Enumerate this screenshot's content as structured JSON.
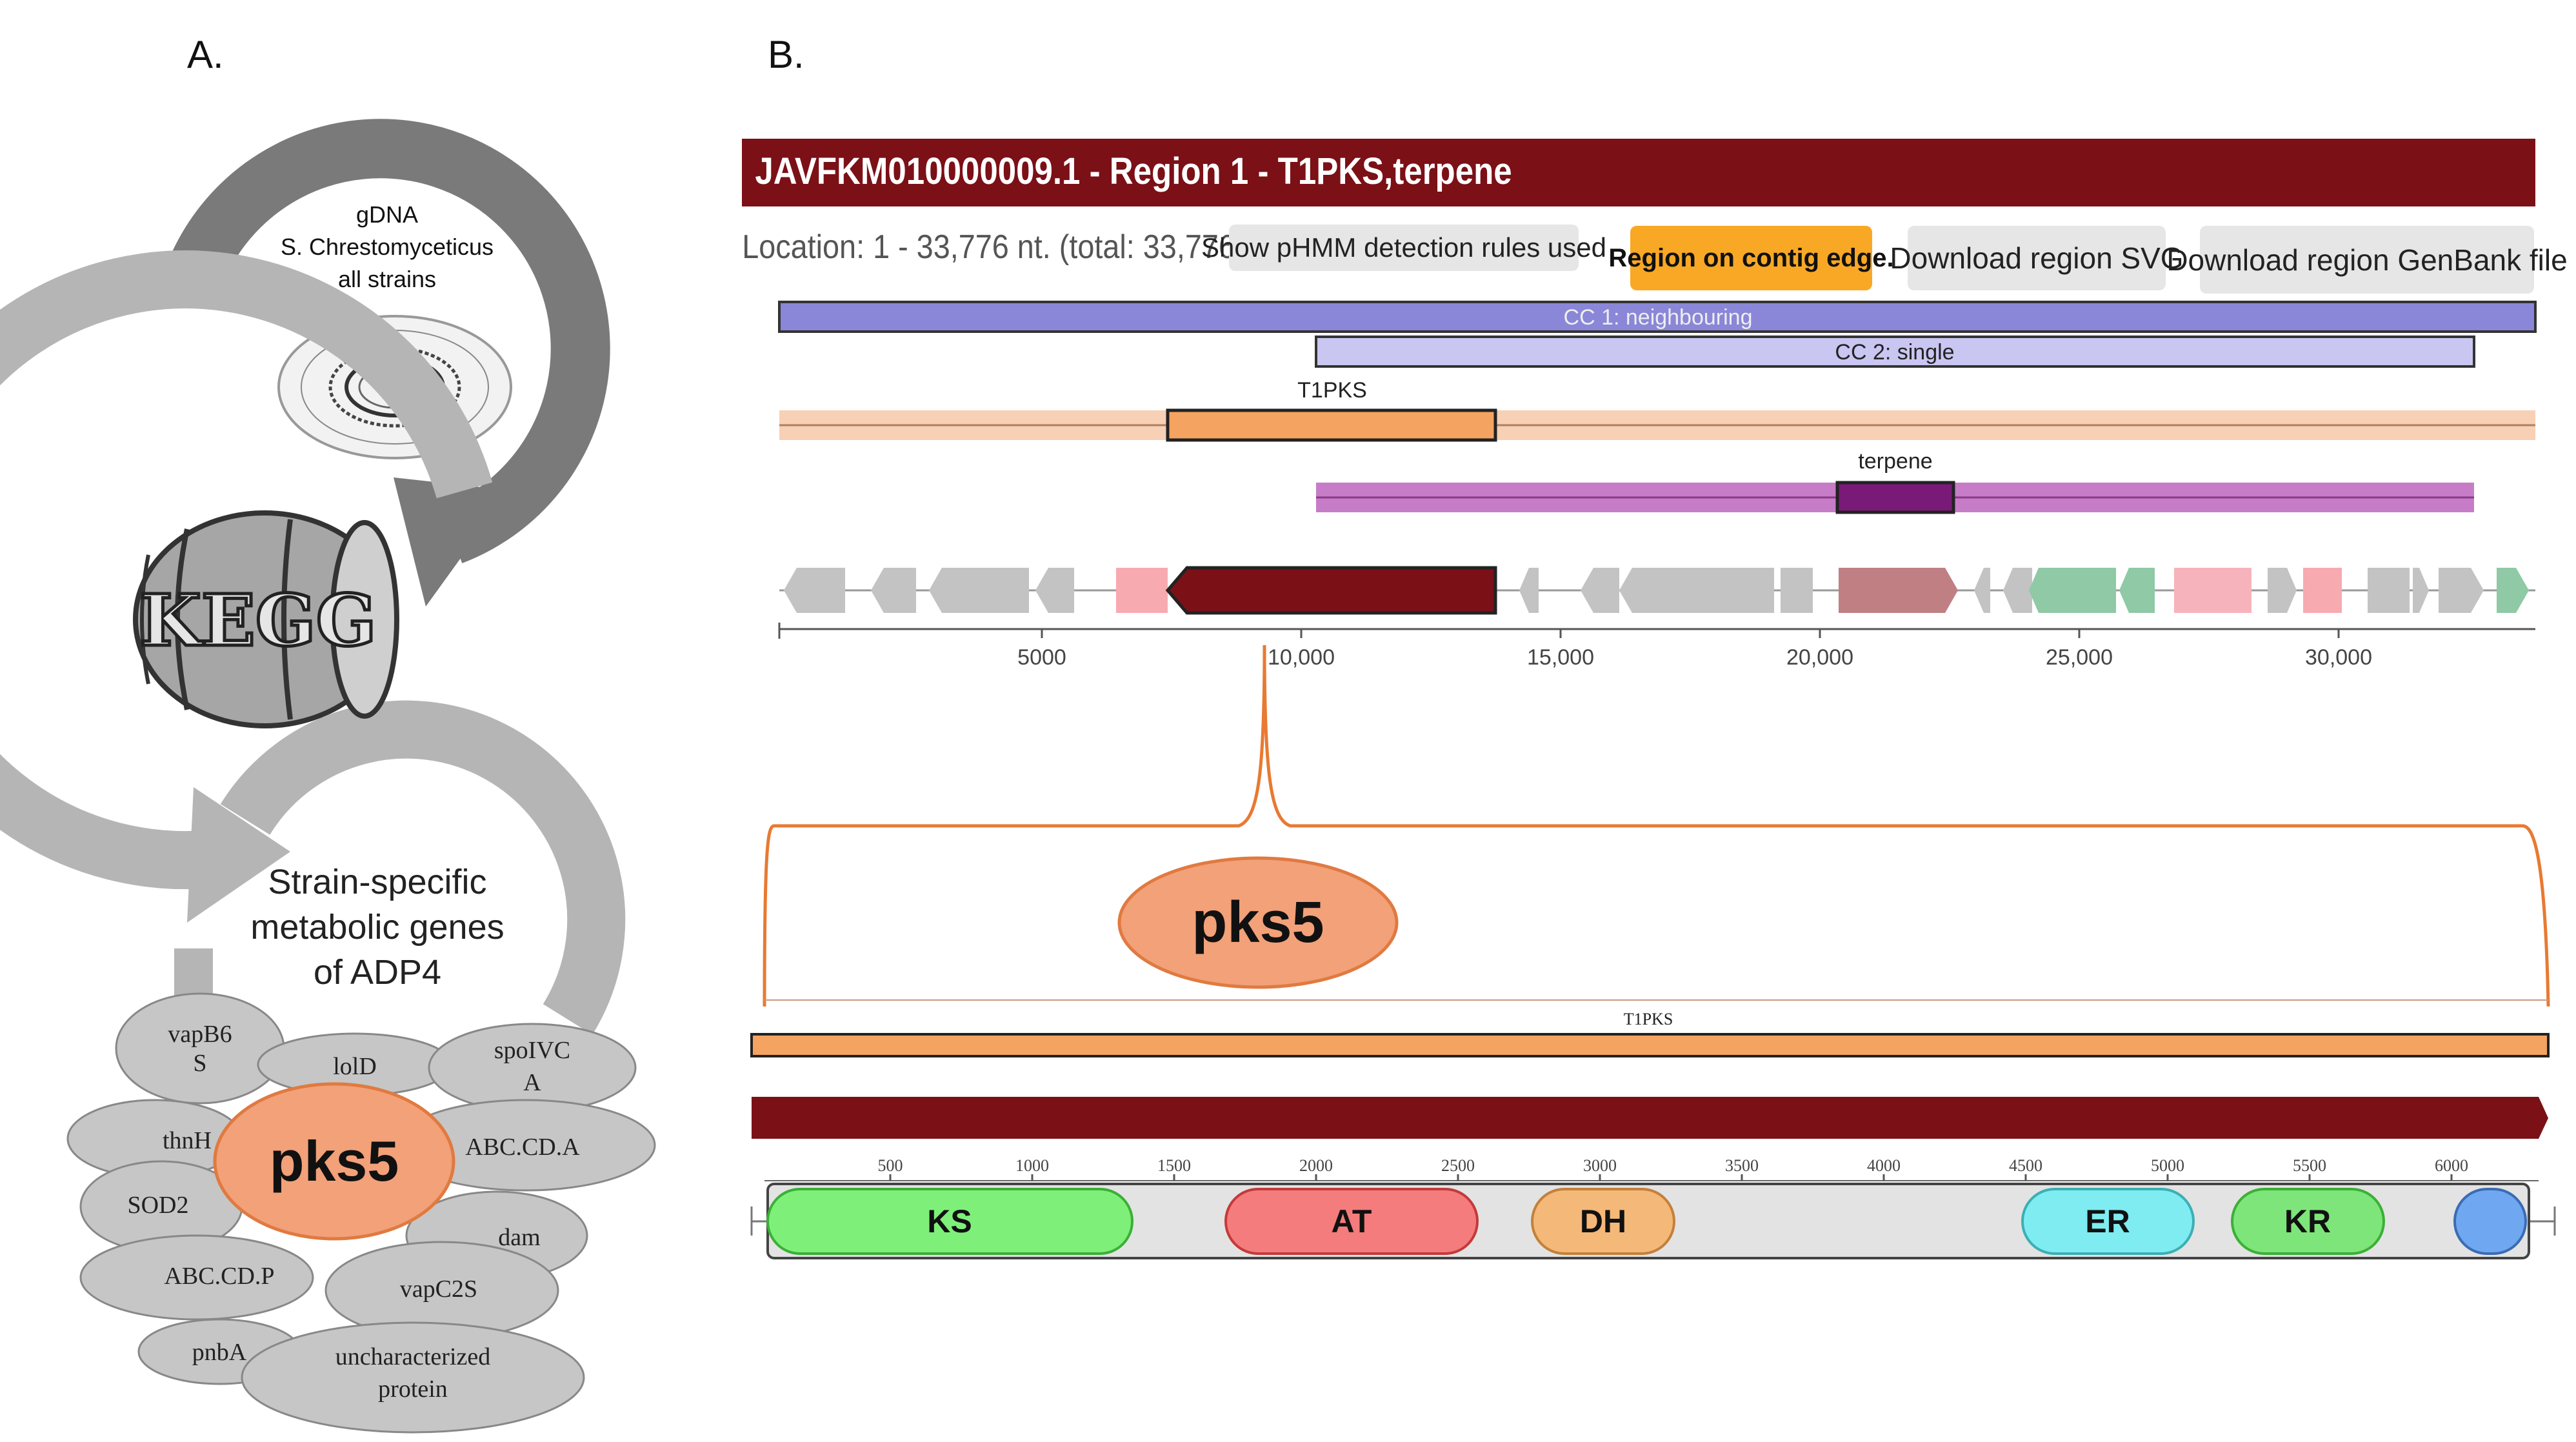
{
  "panel_a": {
    "label": "A.",
    "gdna": {
      "line1": "gDNA",
      "line2": "S. Chrestomyceticus",
      "line3": "all strains"
    },
    "kegg_logo_text": "KEGG",
    "strain_text": {
      "line1": "Strain-specific",
      "line2": "metabolic genes",
      "line3": "of ADP4"
    },
    "center_gene": "pks5",
    "genes": {
      "vapb6s_1": "vapB6",
      "vapb6s_2": "S",
      "lold": "lolD",
      "spoivca_1": "spoIVC",
      "spoivca_2": "A",
      "thnh": "thnH",
      "abccda": "ABC.CD.A",
      "sod2": "SOD2",
      "dam": "dam",
      "abccdp": "ABC.CD.P",
      "vapc2s": "vapC2S",
      "pnba": "pnbA",
      "unchar_1": "uncharacterized",
      "unchar_2": "protein"
    }
  },
  "panel_b": {
    "label": "B.",
    "header_title": "JAVFKM010000009.1 - Region 1 - T1PKS,terpene",
    "location_text": "Location: 1 - 33,776 nt. (total: 33,776 nt)",
    "buttons": {
      "show_rules": "Show pHMM detection rules used",
      "contig_edge": "Region on contig edge.",
      "download_svg": "Download region SVG",
      "download_genbank": "Download region GenBank file"
    },
    "candidate_clusters": {
      "cc1": "CC 1: neighbouring",
      "cc2": "CC 2: single"
    },
    "protoclusters": {
      "t1pks": "T1PKS",
      "terpene": "terpene"
    },
    "region_ticks": [
      "5000",
      "10,000",
      "15,000",
      "20,000",
      "25,000",
      "30,000"
    ],
    "zoom_gene": "pks5",
    "zoom_protocluster": "T1PKS",
    "domain_ticks": [
      "500",
      "1000",
      "1500",
      "2000",
      "2500",
      "3000",
      "3500",
      "4000",
      "4500",
      "5000",
      "5500",
      "6000"
    ],
    "domains": {
      "ks": "KS",
      "at": "AT",
      "dh": "DH",
      "er": "ER",
      "kr": "KR"
    },
    "colors": {
      "header": "#7b1016",
      "core_gene": "#7b1016",
      "t1pks": "#f4a460",
      "terpene_core": "#7a1a78",
      "terpene_light": "#c77cc7",
      "cc1": "#8a86d8",
      "cc2": "#c9c6f2",
      "contig_edge": "#f9a825",
      "pks5_bubble": "#f2a179",
      "ks": "#7ef07a",
      "at": "#f47c7c",
      "dh": "#f4b878",
      "er": "#7eecf0",
      "kr": "#7ee57a"
    }
  }
}
